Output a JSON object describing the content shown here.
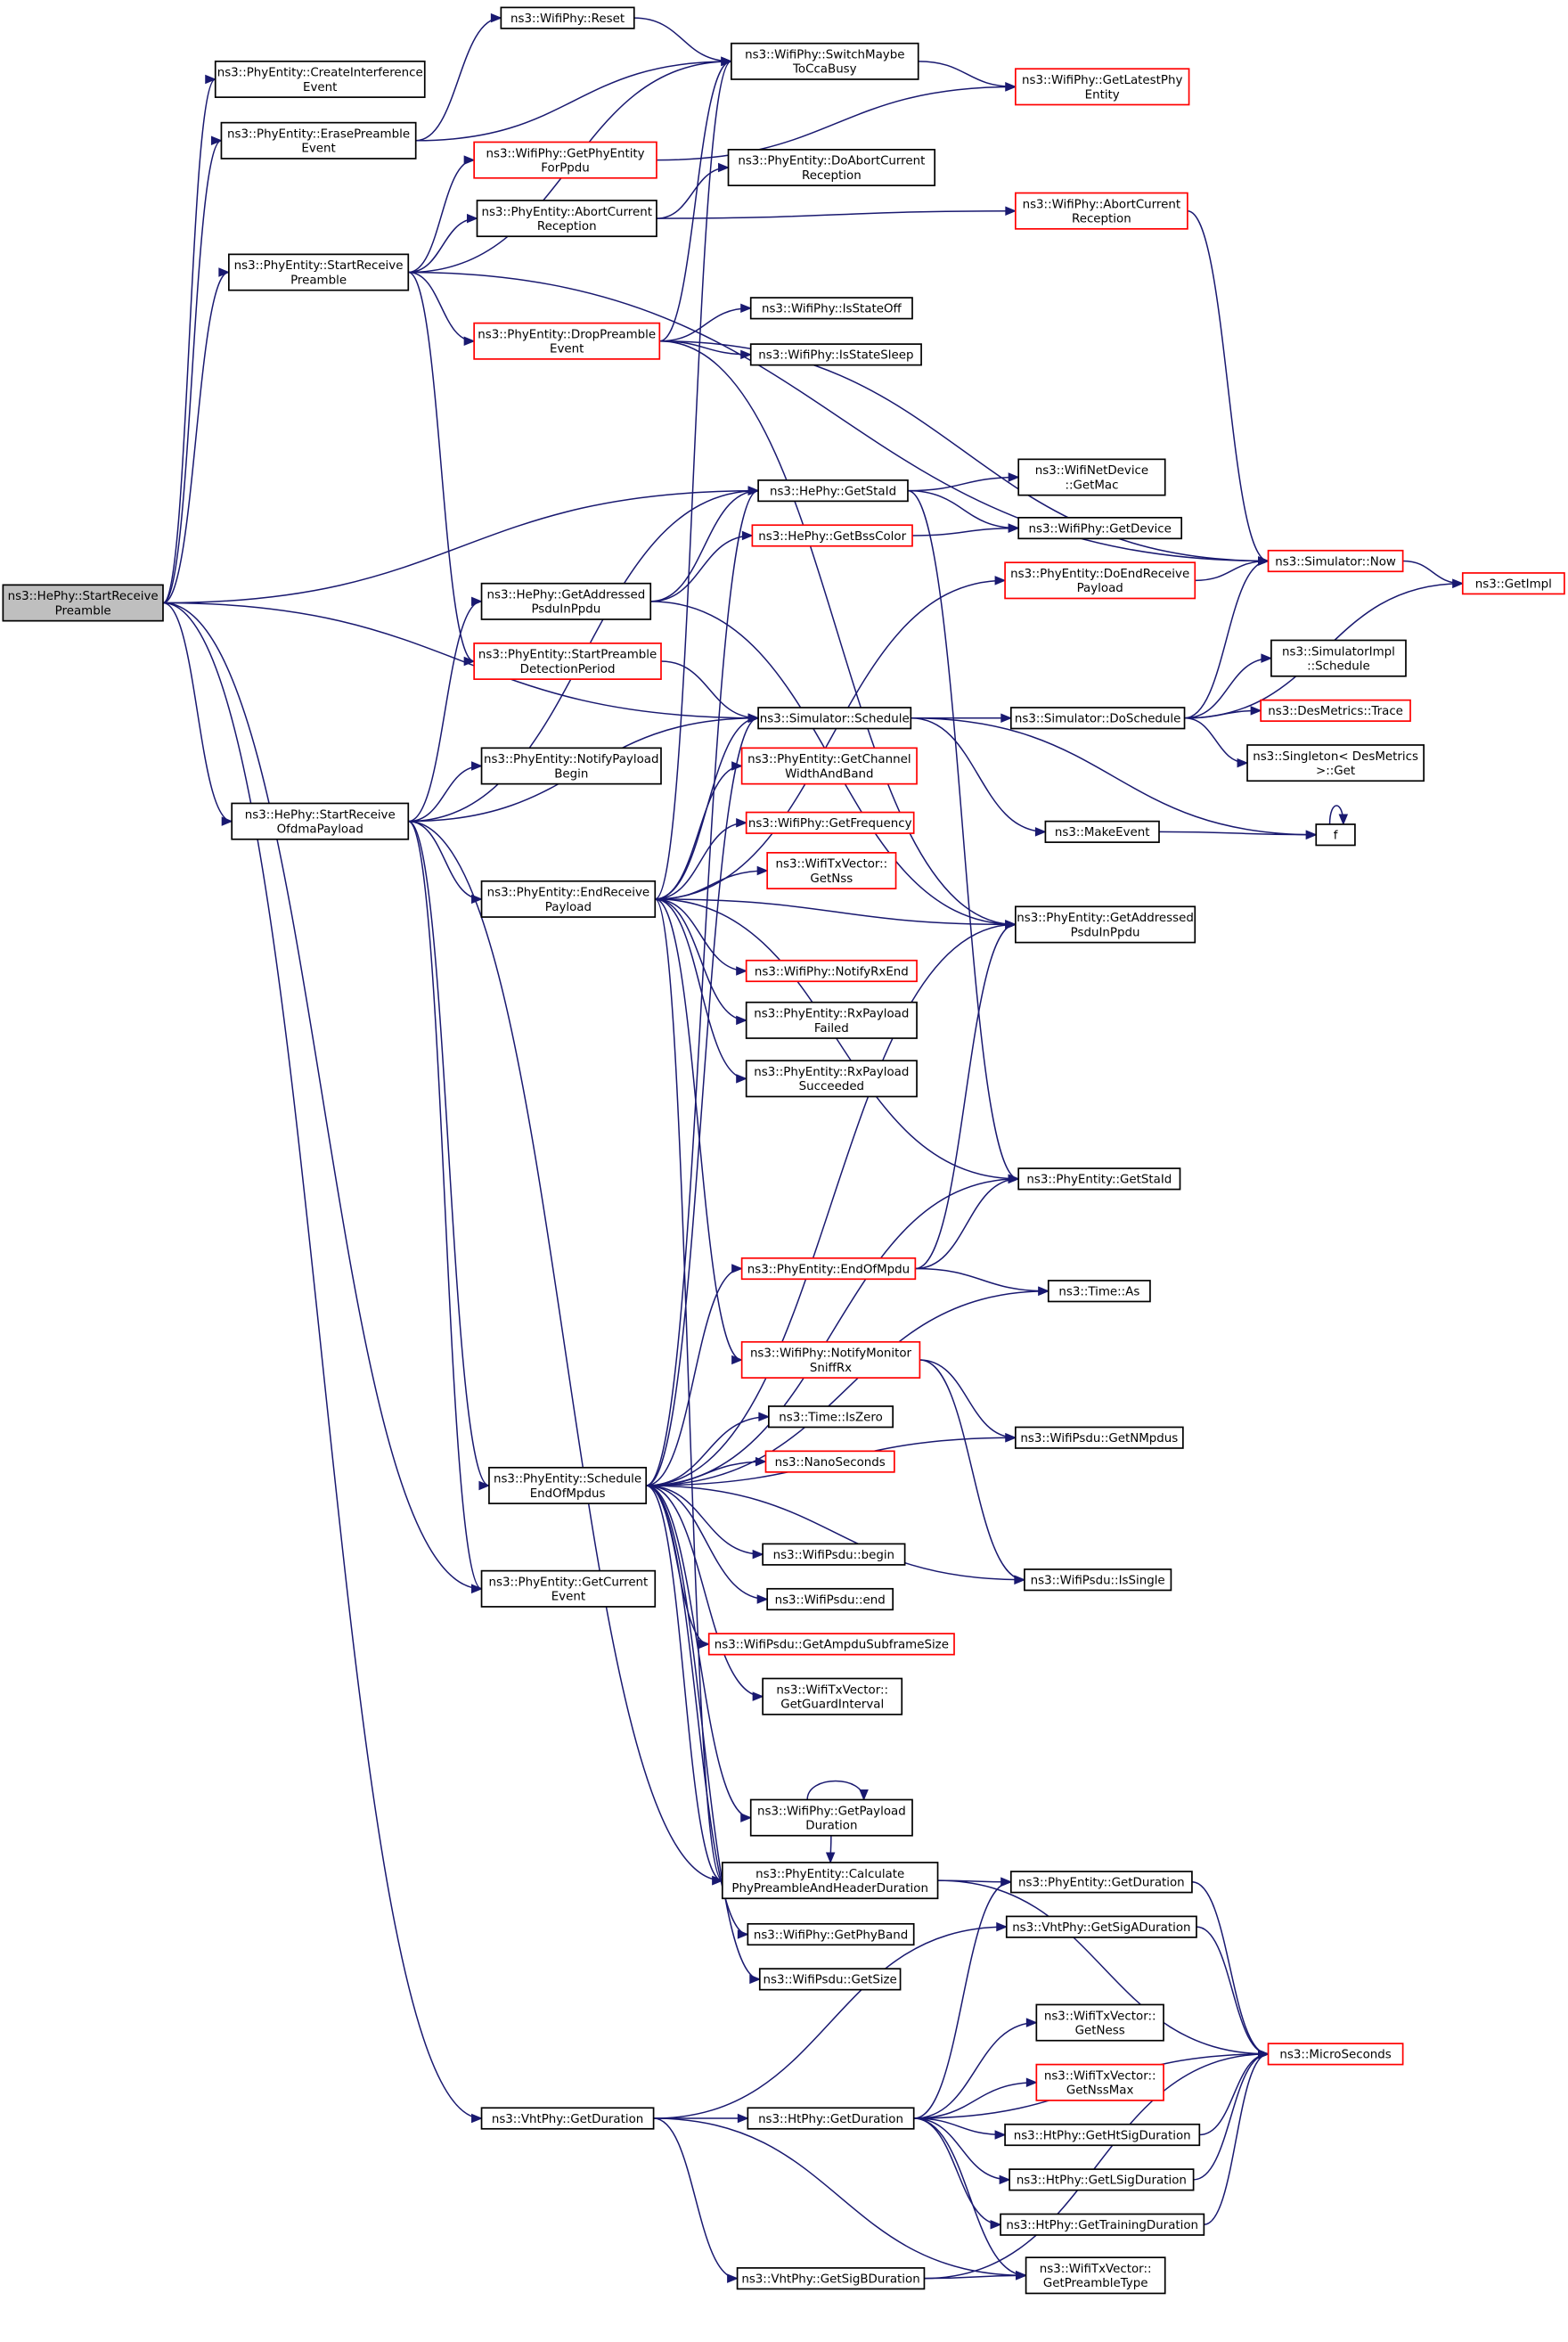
{
  "graph": {
    "nodes": [
      {
        "id": "n0",
        "lines": [
          "ns3::HePhy::StartReceive",
          "Preamble"
        ],
        "border": "root"
      },
      {
        "id": "n1",
        "lines": [
          "ns3::PhyEntity::CreateInterference",
          "Event"
        ],
        "border": "black"
      },
      {
        "id": "n2",
        "lines": [
          "ns3::PhyEntity::ErasePreamble",
          "Event"
        ],
        "border": "black"
      },
      {
        "id": "n3",
        "lines": [
          "ns3::WifiPhy::Reset"
        ],
        "border": "black"
      },
      {
        "id": "n4",
        "lines": [
          "ns3::WifiPhy::SwitchMaybe",
          "ToCcaBusy"
        ],
        "border": "black"
      },
      {
        "id": "n5",
        "lines": [
          "ns3::WifiPhy::GetLatestPhy",
          "Entity"
        ],
        "border": "red"
      },
      {
        "id": "n6",
        "lines": [
          "ns3::WifiPhy::GetPhyEntity",
          "ForPpdu"
        ],
        "border": "red"
      },
      {
        "id": "n7",
        "lines": [
          "ns3::PhyEntity::AbortCurrent",
          "Reception"
        ],
        "border": "black"
      },
      {
        "id": "n8",
        "lines": [
          "ns3::PhyEntity::DoAbortCurrent",
          "Reception"
        ],
        "border": "black"
      },
      {
        "id": "n9",
        "lines": [
          "ns3::WifiPhy::AbortCurrent",
          "Reception"
        ],
        "border": "red"
      },
      {
        "id": "n10",
        "lines": [
          "ns3::PhyEntity::StartReceive",
          "Preamble"
        ],
        "border": "black"
      },
      {
        "id": "n11",
        "lines": [
          "ns3::PhyEntity::DropPreamble",
          "Event"
        ],
        "border": "red"
      },
      {
        "id": "n12",
        "lines": [
          "ns3::WifiPhy::IsStateOff"
        ],
        "border": "black"
      },
      {
        "id": "n13",
        "lines": [
          "ns3::WifiPhy::IsStateSleep"
        ],
        "border": "black"
      },
      {
        "id": "n14",
        "lines": [
          "ns3::HePhy::GetStaId"
        ],
        "border": "black"
      },
      {
        "id": "n15",
        "lines": [
          "ns3::WifiNetDevice",
          "::GetMac"
        ],
        "border": "black"
      },
      {
        "id": "n16",
        "lines": [
          "ns3::WifiPhy::GetDevice"
        ],
        "border": "black"
      },
      {
        "id": "n17",
        "lines": [
          "ns3::HePhy::GetBssColor"
        ],
        "border": "red"
      },
      {
        "id": "n18",
        "lines": [
          "ns3::HePhy::GetAddressed",
          "PsduInPpdu"
        ],
        "border": "black"
      },
      {
        "id": "n19",
        "lines": [
          "ns3::PhyEntity::DoEndReceive",
          "Payload"
        ],
        "border": "red"
      },
      {
        "id": "n20",
        "lines": [
          "ns3::Simulator::Now"
        ],
        "border": "red"
      },
      {
        "id": "n21",
        "lines": [
          "ns3::GetImpl"
        ],
        "border": "red"
      },
      {
        "id": "n22",
        "lines": [
          "ns3::PhyEntity::StartPreamble",
          "DetectionPeriod"
        ],
        "border": "red"
      },
      {
        "id": "n23",
        "lines": [
          "ns3::SimulatorImpl",
          "::Schedule"
        ],
        "border": "black"
      },
      {
        "id": "n24",
        "lines": [
          "ns3::Simulator::Schedule"
        ],
        "border": "black"
      },
      {
        "id": "n25",
        "lines": [
          "ns3::Simulator::DoSchedule"
        ],
        "border": "black"
      },
      {
        "id": "n26",
        "lines": [
          "ns3::DesMetrics::Trace"
        ],
        "border": "red"
      },
      {
        "id": "n27",
        "lines": [
          "ns3::Singleton< DesMetrics",
          ">::Get"
        ],
        "border": "black"
      },
      {
        "id": "n28",
        "lines": [
          "ns3::PhyEntity::NotifyPayload",
          "Begin"
        ],
        "border": "black"
      },
      {
        "id": "n29",
        "lines": [
          "ns3::PhyEntity::GetChannel",
          "WidthAndBand"
        ],
        "border": "red"
      },
      {
        "id": "n30",
        "lines": [
          "ns3::HePhy::StartReceive",
          "OfdmaPayload"
        ],
        "border": "black"
      },
      {
        "id": "n31",
        "lines": [
          "ns3::WifiPhy::GetFrequency"
        ],
        "border": "red"
      },
      {
        "id": "n32",
        "lines": [
          "ns3::MakeEvent"
        ],
        "border": "black"
      },
      {
        "id": "n33",
        "lines": [
          "f"
        ],
        "border": "black"
      },
      {
        "id": "n34",
        "lines": [
          "ns3::WifiTxVector::",
          "GetNss"
        ],
        "border": "red"
      },
      {
        "id": "n35",
        "lines": [
          "ns3::PhyEntity::EndReceive",
          "Payload"
        ],
        "border": "black"
      },
      {
        "id": "n36",
        "lines": [
          "ns3::PhyEntity::GetAddressed",
          "PsduInPpdu"
        ],
        "border": "black"
      },
      {
        "id": "n37",
        "lines": [
          "ns3::WifiPhy::NotifyRxEnd"
        ],
        "border": "red"
      },
      {
        "id": "n38",
        "lines": [
          "ns3::PhyEntity::RxPayload",
          "Failed"
        ],
        "border": "black"
      },
      {
        "id": "n39",
        "lines": [
          "ns3::PhyEntity::RxPayload",
          "Succeeded"
        ],
        "border": "black"
      },
      {
        "id": "n40",
        "lines": [
          "ns3::PhyEntity::GetStaId"
        ],
        "border": "black"
      },
      {
        "id": "n41",
        "lines": [
          "ns3::PhyEntity::EndOfMpdu"
        ],
        "border": "red"
      },
      {
        "id": "n42",
        "lines": [
          "ns3::Time::As"
        ],
        "border": "black"
      },
      {
        "id": "n43",
        "lines": [
          "ns3::WifiPhy::NotifyMonitor",
          "SniffRx"
        ],
        "border": "red"
      },
      {
        "id": "n44",
        "lines": [
          "ns3::WifiPsdu::GetNMpdus"
        ],
        "border": "black"
      },
      {
        "id": "n45",
        "lines": [
          "ns3::Time::IsZero"
        ],
        "border": "black"
      },
      {
        "id": "n46",
        "lines": [
          "ns3::NanoSeconds"
        ],
        "border": "red"
      },
      {
        "id": "n47",
        "lines": [
          "ns3::PhyEntity::Schedule",
          "EndOfMpdus"
        ],
        "border": "black"
      },
      {
        "id": "n48",
        "lines": [
          "ns3::WifiPsdu::begin"
        ],
        "border": "black"
      },
      {
        "id": "n49",
        "lines": [
          "ns3::PhyEntity::GetCurrent",
          "Event"
        ],
        "border": "black"
      },
      {
        "id": "n50",
        "lines": [
          "ns3::WifiPsdu::end"
        ],
        "border": "black"
      },
      {
        "id": "n51",
        "lines": [
          "ns3::WifiPsdu::IsSingle"
        ],
        "border": "black"
      },
      {
        "id": "n52",
        "lines": [
          "ns3::WifiPsdu::GetAmpduSubframeSize"
        ],
        "border": "red"
      },
      {
        "id": "n53",
        "lines": [
          "ns3::WifiTxVector::",
          "GetGuardInterval"
        ],
        "border": "black"
      },
      {
        "id": "n54",
        "lines": [
          "ns3::WifiPhy::GetPayload",
          "Duration"
        ],
        "border": "black"
      },
      {
        "id": "n55",
        "lines": [
          "ns3::PhyEntity::Calculate",
          "PhyPreambleAndHeaderDuration"
        ],
        "border": "black"
      },
      {
        "id": "n56",
        "lines": [
          "ns3::PhyEntity::GetDuration"
        ],
        "border": "black"
      },
      {
        "id": "n57",
        "lines": [
          "ns3::WifiPhy::GetPhyBand"
        ],
        "border": "black"
      },
      {
        "id": "n58",
        "lines": [
          "ns3::VhtPhy::GetSigADuration"
        ],
        "border": "black"
      },
      {
        "id": "n59",
        "lines": [
          "ns3::WifiPsdu::GetSize"
        ],
        "border": "black"
      },
      {
        "id": "n60",
        "lines": [
          "ns3::WifiTxVector::",
          "GetNess"
        ],
        "border": "black"
      },
      {
        "id": "n61",
        "lines": [
          "ns3::MicroSeconds"
        ],
        "border": "red"
      },
      {
        "id": "n62",
        "lines": [
          "ns3::WifiTxVector::",
          "GetNssMax"
        ],
        "border": "red"
      },
      {
        "id": "n63",
        "lines": [
          "ns3::VhtPhy::GetDuration"
        ],
        "border": "black"
      },
      {
        "id": "n64",
        "lines": [
          "ns3::HtPhy::GetDuration"
        ],
        "border": "black"
      },
      {
        "id": "n65",
        "lines": [
          "ns3::HtPhy::GetHtSigDuration"
        ],
        "border": "black"
      },
      {
        "id": "n66",
        "lines": [
          "ns3::HtPhy::GetLSigDuration"
        ],
        "border": "black"
      },
      {
        "id": "n67",
        "lines": [
          "ns3::HtPhy::GetTrainingDuration"
        ],
        "border": "black"
      },
      {
        "id": "n68",
        "lines": [
          "ns3::VhtPhy::GetSigBDuration"
        ],
        "border": "black"
      },
      {
        "id": "n69",
        "lines": [
          "ns3::WifiTxVector::",
          "GetPreambleType"
        ],
        "border": "black"
      }
    ],
    "edges": [
      [
        "n0",
        "n1"
      ],
      [
        "n0",
        "n2"
      ],
      [
        "n0",
        "n10"
      ],
      [
        "n0",
        "n14"
      ],
      [
        "n0",
        "n24"
      ],
      [
        "n0",
        "n30"
      ],
      [
        "n0",
        "n49"
      ],
      [
        "n0",
        "n63"
      ],
      [
        "n2",
        "n3"
      ],
      [
        "n2",
        "n4"
      ],
      [
        "n3",
        "n4"
      ],
      [
        "n4",
        "n5"
      ],
      [
        "n6",
        "n5"
      ],
      [
        "n7",
        "n8"
      ],
      [
        "n7",
        "n9"
      ],
      [
        "n9",
        "n20"
      ],
      [
        "n10",
        "n4"
      ],
      [
        "n10",
        "n6"
      ],
      [
        "n10",
        "n7"
      ],
      [
        "n10",
        "n11"
      ],
      [
        "n10",
        "n20"
      ],
      [
        "n10",
        "n22"
      ],
      [
        "n11",
        "n4"
      ],
      [
        "n11",
        "n12"
      ],
      [
        "n11",
        "n13"
      ],
      [
        "n11",
        "n20"
      ],
      [
        "n11",
        "n36"
      ],
      [
        "n14",
        "n15"
      ],
      [
        "n14",
        "n16"
      ],
      [
        "n14",
        "n40"
      ],
      [
        "n17",
        "n16"
      ],
      [
        "n18",
        "n14"
      ],
      [
        "n18",
        "n17"
      ],
      [
        "n18",
        "n36"
      ],
      [
        "n19",
        "n20"
      ],
      [
        "n20",
        "n21"
      ],
      [
        "n22",
        "n24"
      ],
      [
        "n24",
        "n25"
      ],
      [
        "n24",
        "n32"
      ],
      [
        "n24",
        "n33"
      ],
      [
        "n25",
        "n20"
      ],
      [
        "n25",
        "n21"
      ],
      [
        "n25",
        "n23"
      ],
      [
        "n25",
        "n26"
      ],
      [
        "n25",
        "n27"
      ],
      [
        "n32",
        "n33"
      ],
      [
        "n33",
        "n33"
      ],
      [
        "n30",
        "n18"
      ],
      [
        "n30",
        "n28"
      ],
      [
        "n30",
        "n35"
      ],
      [
        "n30",
        "n24"
      ],
      [
        "n30",
        "n47"
      ],
      [
        "n30",
        "n49"
      ],
      [
        "n30",
        "n14"
      ],
      [
        "n30",
        "n55"
      ],
      [
        "n35",
        "n4"
      ],
      [
        "n35",
        "n19"
      ],
      [
        "n35",
        "n24"
      ],
      [
        "n35",
        "n29"
      ],
      [
        "n35",
        "n31"
      ],
      [
        "n35",
        "n34"
      ],
      [
        "n35",
        "n36"
      ],
      [
        "n35",
        "n37"
      ],
      [
        "n35",
        "n38"
      ],
      [
        "n35",
        "n39"
      ],
      [
        "n35",
        "n40"
      ],
      [
        "n35",
        "n43"
      ],
      [
        "n35",
        "n55"
      ],
      [
        "n41",
        "n36"
      ],
      [
        "n41",
        "n40"
      ],
      [
        "n41",
        "n42"
      ],
      [
        "n43",
        "n44"
      ],
      [
        "n43",
        "n51"
      ],
      [
        "n47",
        "n24"
      ],
      [
        "n47",
        "n36"
      ],
      [
        "n47",
        "n40"
      ],
      [
        "n47",
        "n41"
      ],
      [
        "n47",
        "n42"
      ],
      [
        "n47",
        "n44"
      ],
      [
        "n47",
        "n45"
      ],
      [
        "n47",
        "n46"
      ],
      [
        "n47",
        "n48"
      ],
      [
        "n47",
        "n50"
      ],
      [
        "n47",
        "n51"
      ],
      [
        "n47",
        "n52"
      ],
      [
        "n47",
        "n53"
      ],
      [
        "n47",
        "n54"
      ],
      [
        "n47",
        "n55"
      ],
      [
        "n47",
        "n57"
      ],
      [
        "n47",
        "n59"
      ],
      [
        "n47",
        "n14"
      ],
      [
        "n54",
        "n54"
      ],
      [
        "n54",
        "n55"
      ],
      [
        "n55",
        "n56"
      ],
      [
        "n55",
        "n61"
      ],
      [
        "n56",
        "n61"
      ],
      [
        "n58",
        "n61"
      ],
      [
        "n63",
        "n58"
      ],
      [
        "n63",
        "n64"
      ],
      [
        "n63",
        "n68"
      ],
      [
        "n63",
        "n69"
      ],
      [
        "n64",
        "n56"
      ],
      [
        "n64",
        "n60"
      ],
      [
        "n64",
        "n61"
      ],
      [
        "n64",
        "n62"
      ],
      [
        "n64",
        "n65"
      ],
      [
        "n64",
        "n66"
      ],
      [
        "n64",
        "n67"
      ],
      [
        "n64",
        "n69"
      ],
      [
        "n65",
        "n61"
      ],
      [
        "n66",
        "n61"
      ],
      [
        "n67",
        "n61"
      ],
      [
        "n68",
        "n69"
      ],
      [
        "n68",
        "n61"
      ]
    ]
  }
}
